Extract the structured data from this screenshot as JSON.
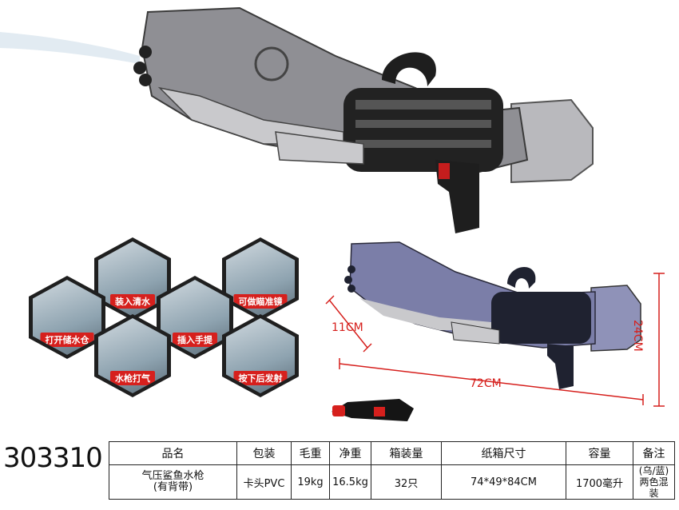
{
  "model_number": "303310",
  "features": [
    {
      "label": "装入清水"
    },
    {
      "label": "可做瞄准镜"
    },
    {
      "label": "打开储水仓"
    },
    {
      "label": "插入手提"
    },
    {
      "label": "水枪打气"
    },
    {
      "label": "按下后发射"
    }
  ],
  "dimensions": {
    "height": "24CM",
    "length": "72CM",
    "nozzle": "11CM"
  },
  "table": {
    "headers": [
      "品名",
      "包装",
      "毛重",
      "净重",
      "箱装量",
      "纸箱尺寸",
      "容量",
      "备注"
    ],
    "row": {
      "name_line1": "气压鲨鱼水枪",
      "name_line2": "(有背带)",
      "packaging": "卡头PVC",
      "gross_weight": "19kg",
      "net_weight": "16.5kg",
      "qty": "32只",
      "carton": "74*49*84CM",
      "capacity": "1700毫升",
      "remark_line1": "(乌/蓝)",
      "remark_line2": "两色混装"
    }
  },
  "colors": {
    "accent": "#d6201d",
    "gun_gray": "#8d8d92",
    "gun_blue": "#7b7ea8",
    "dark": "#1f2230"
  }
}
